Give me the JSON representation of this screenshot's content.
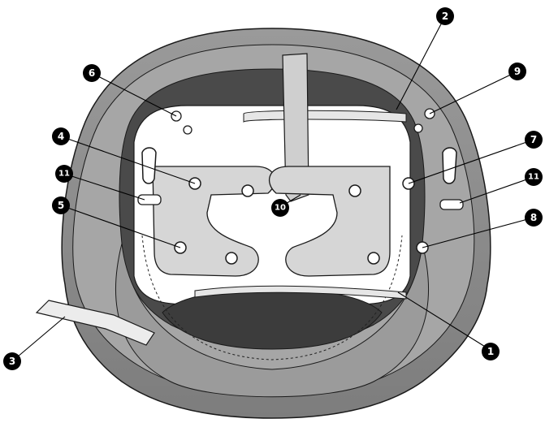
{
  "figure": {
    "colors": {
      "background": "#ffffff",
      "shell_outer": "#8c8c8c",
      "shell_mid": "#a9a9a9",
      "shell_light": "#c4c4c4",
      "interior_dark": "#4a4a4a",
      "pad_fill": "#d6d6d6",
      "strap_fill": "#e3e3e3",
      "outline": "#1a1a1a",
      "callout_fill": "#000000"
    }
  },
  "callouts": [
    {
      "id": "1",
      "label": "1"
    },
    {
      "id": "2",
      "label": "2"
    },
    {
      "id": "3",
      "label": "3"
    },
    {
      "id": "4",
      "label": "4"
    },
    {
      "id": "5",
      "label": "5"
    },
    {
      "id": "6",
      "label": "6"
    },
    {
      "id": "7",
      "label": "7"
    },
    {
      "id": "8",
      "label": "8"
    },
    {
      "id": "9",
      "label": "9"
    },
    {
      "id": "10",
      "label": "10"
    },
    {
      "id": "11a",
      "label": "11"
    },
    {
      "id": "11b",
      "label": "11"
    }
  ]
}
